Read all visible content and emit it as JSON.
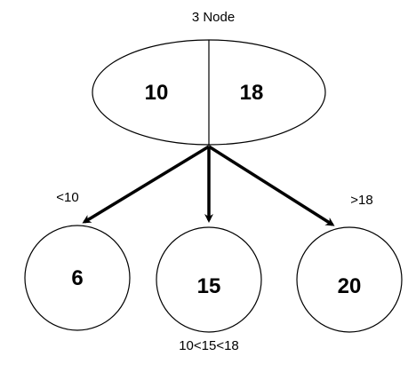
{
  "diagram": {
    "title": "3 Node",
    "root": {
      "keys": [
        "10",
        "18"
      ]
    },
    "children": [
      {
        "key": "6",
        "edge_label": "<10"
      },
      {
        "key": "15",
        "edge_label": "10<15<18"
      },
      {
        "key": "20",
        "edge_label": ">18"
      }
    ]
  }
}
